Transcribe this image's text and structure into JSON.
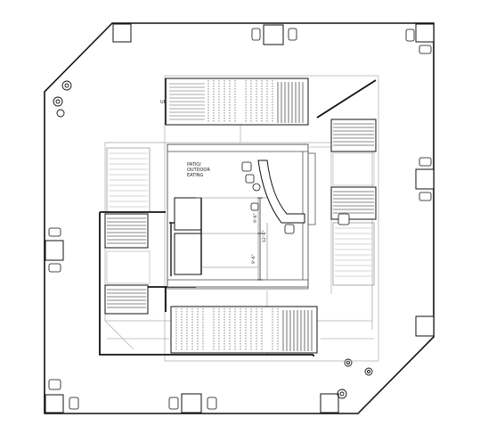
{
  "drawing": {
    "patio_label_lines": [
      "PATIO/",
      "OUTDOOR",
      "EATING"
    ],
    "up_label": "UP",
    "dimensions": {
      "top_vertical": "9'-6\"",
      "right_vertical": "12'-6\"",
      "bottom_vertical": "9'-6\""
    },
    "colors": {
      "line": "#111111",
      "gray_line": "#9a9a9a",
      "light_line": "#c8c8c8"
    }
  }
}
